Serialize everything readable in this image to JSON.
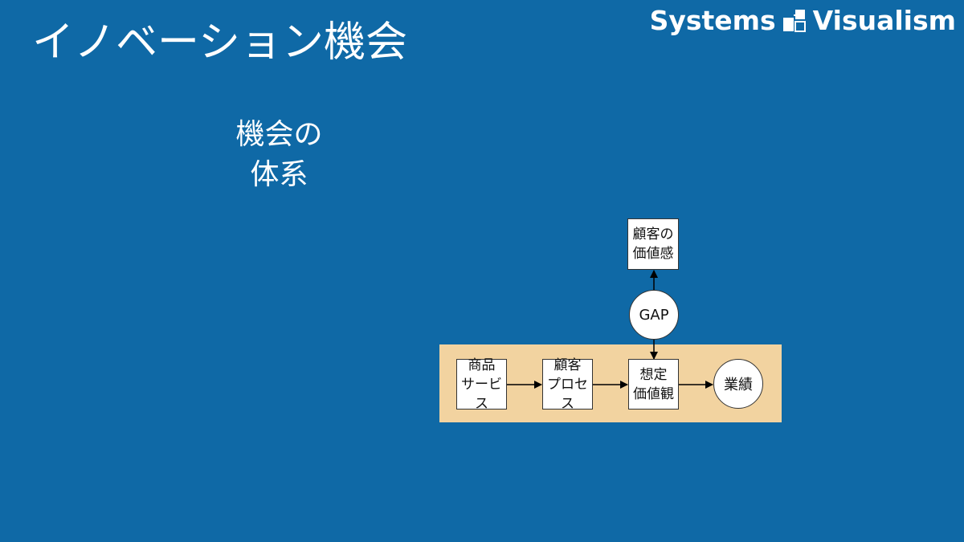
{
  "title": "イノベーション機会",
  "brand": {
    "left": "Systems",
    "right": "Visualism"
  },
  "subtitle": "機会の\n体系",
  "diagram": {
    "value_perception": "顧客の\n価値感",
    "gap": "GAP",
    "product": "商品\nサービス",
    "customer_process": "顧客\nプロセス",
    "assumed_value": "想定\n価値観",
    "results": "業績"
  },
  "colors": {
    "background": "#0f69a6",
    "band": "#f2d3a0"
  }
}
